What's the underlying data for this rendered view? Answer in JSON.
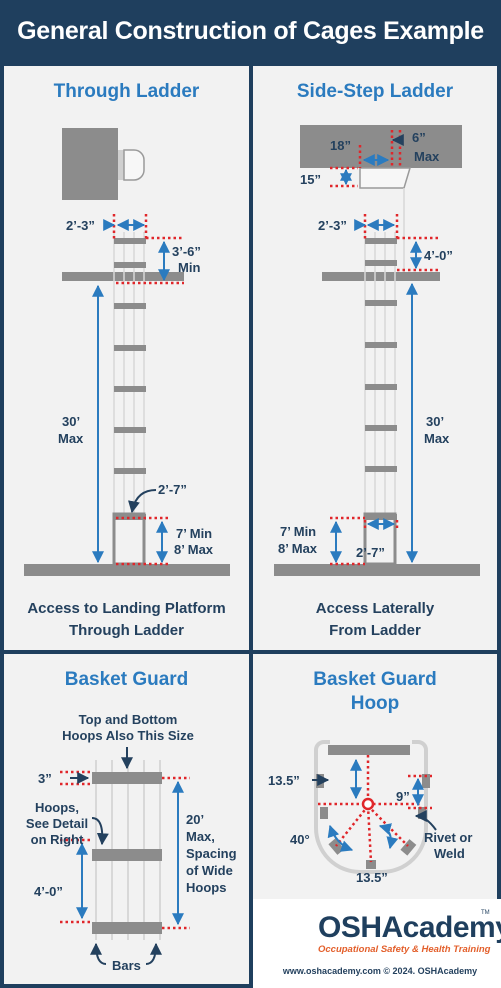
{
  "header": {
    "title": "General Construction of Cages Example"
  },
  "panels": {
    "through_ladder": {
      "title": "Through Ladder",
      "dim_width": "2’-3”",
      "dim_rise_a": "3’-6”",
      "dim_rise_b": "Min",
      "dim_height_a": "30’",
      "dim_height_b": "Max",
      "dim_opening": "2’-7”",
      "dim_bottom_a": "7’ Min",
      "dim_bottom_b": "8’ Max",
      "caption_1": "Access to Landing Platform",
      "caption_2": "Through Ladder"
    },
    "side_step_ladder": {
      "title": "Side-Step Ladder",
      "dim_step": "18”",
      "dim_six_a": "6”",
      "dim_six_b": "Max",
      "dim_fifteen": "15”",
      "dim_width": "2’-3”",
      "dim_rise": "4’-0”",
      "dim_height_a": "30’",
      "dim_height_b": "Max",
      "dim_bottom_a": "7’ Min",
      "dim_bottom_b": "8’ Max",
      "dim_opening": "2’-7”",
      "caption_1": "Access Laterally",
      "caption_2": "From Ladder"
    },
    "basket_guard": {
      "title": "Basket Guard",
      "note_1": "Top and Bottom",
      "note_2": "Hoops Also This Size",
      "dim_hoop": "3”",
      "hoops_1": "Hoops,",
      "hoops_2": "See Detail",
      "hoops_3": "on Right",
      "dim_spacing_a": "20’",
      "dim_spacing_b": "Max,",
      "dim_spacing_c": "Spacing",
      "dim_spacing_d": "of Wide",
      "dim_spacing_e": "Hoops",
      "dim_four": "4’-0”",
      "bars": "Bars"
    },
    "basket_guard_hoop": {
      "title_1": "Basket Guard",
      "title_2": "Hoop",
      "dim_radius": "13.5”",
      "dim_nine": "9”",
      "dim_angle": "40°",
      "rivet_1": "Rivet or",
      "rivet_2": "Weld",
      "dim_radius_2": "13.5”"
    }
  },
  "logo": {
    "name": "OSHAcademy",
    "trademark": "TM",
    "tagline": "Occupational Safety & Health Training",
    "footer": "www.oshacademy.com © 2024. OSHAcademy"
  },
  "colors": {
    "navy": "#1f3f5e",
    "blue_title": "#2b7bbf",
    "dim_blue": "#2b7bbf",
    "red_dots": "#e0262a",
    "gray": "#8a8a8a",
    "orange": "#e35f2b"
  }
}
